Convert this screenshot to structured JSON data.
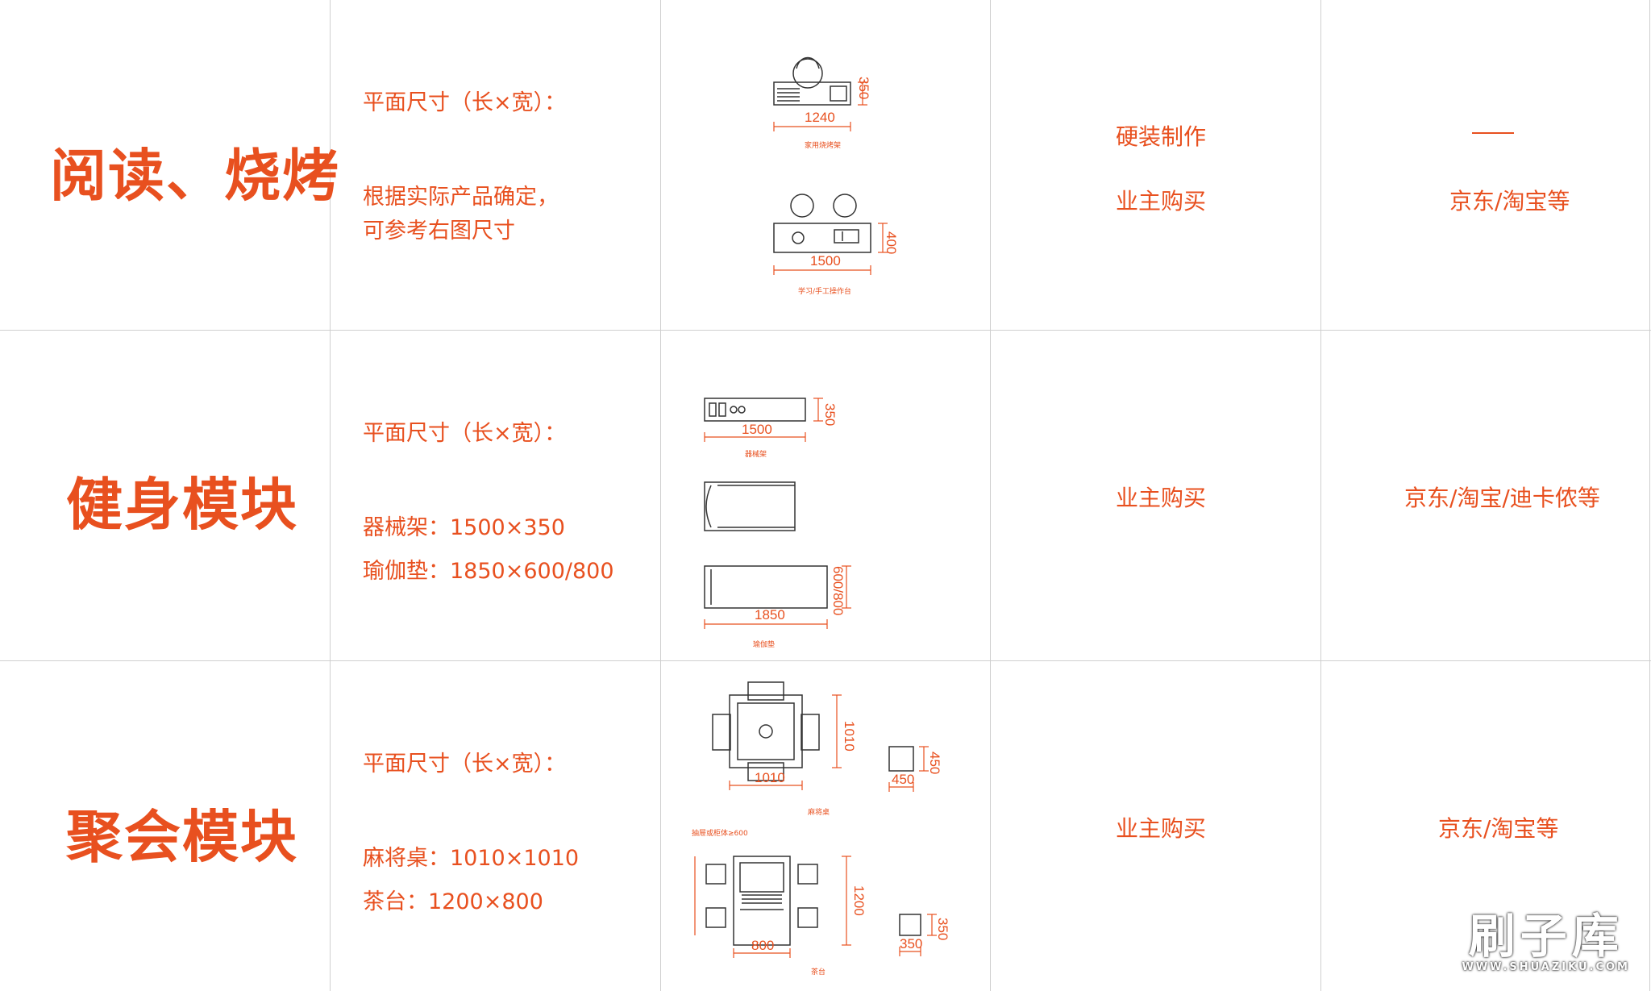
{
  "rows": [
    {
      "name": "阅读、烧烤",
      "spec_title": "平面尺寸（长×宽）：",
      "spec_lines": [
        "根据实际产品确定，",
        "可参考右图尺寸"
      ],
      "method_lines": [
        "硬装制作",
        "业主购买"
      ],
      "source": "京东/淘宝等",
      "source_dash": "——",
      "drawings": {
        "bbq_width": "1240",
        "bbq_depth": "350",
        "bbq_caption": "家用烧烤架",
        "desk_width": "1500",
        "desk_depth": "400",
        "desk_caption": "学习/手工操作台"
      }
    },
    {
      "name": "健身模块",
      "spec_title": "平面尺寸（长×宽）：",
      "spec_lines": [
        "器械架：1500×350",
        "瑜伽垫：1850×600/800"
      ],
      "method_lines": [
        "业主购买"
      ],
      "source": "京东/淘宝/迪卡侬等",
      "drawings": {
        "rack_width": "1500",
        "rack_depth": "350",
        "rack_caption": "器械架",
        "mat_width": "1850",
        "mat_depth": "600/800",
        "mat_caption": "瑜伽垫"
      }
    },
    {
      "name": "聚会模块",
      "spec_title": "平面尺寸（长×宽）：",
      "spec_lines": [
        "麻将桌：1010×1010",
        "茶台：1200×800"
      ],
      "method_lines": [
        "业主购买"
      ],
      "source": "京东/淘宝等",
      "drawings": {
        "mj_width": "1010",
        "mj_depth": "1010",
        "mj_caption": "麻将桌",
        "stool_width": "450",
        "stool_depth": "450",
        "tea_width": "800",
        "tea_depth": "1200",
        "tea_caption": "茶台",
        "tea_note": "抽屉或柜体≥600",
        "stool2_width": "350",
        "stool2_depth": "350"
      }
    }
  ],
  "watermark": {
    "brand": "刷子库",
    "url": "WWW.SHUAZIKU.COM"
  },
  "colors": {
    "accent": "#e8501f",
    "grid": "#cfcfcf",
    "ink": "#333333"
  }
}
